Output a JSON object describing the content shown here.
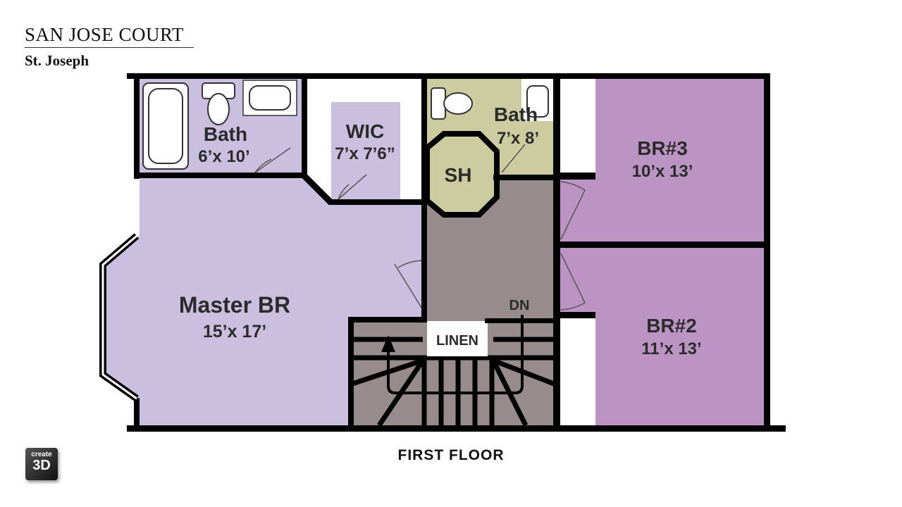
{
  "header": {
    "title": "SAN JOSE COURT",
    "subtitle": "St. Joseph"
  },
  "rooms": {
    "bath1": {
      "name": "Bath",
      "size": "6’x 10’"
    },
    "wic": {
      "name": "WIC",
      "size": "7’x 7’6”"
    },
    "bath2": {
      "name": "Bath",
      "size": "7’x 8’"
    },
    "sh": {
      "name": "SH"
    },
    "br3": {
      "name": "BR#3",
      "size": "10’x 13’"
    },
    "master": {
      "name": "Master BR",
      "size": "15’x 17’"
    },
    "br2": {
      "name": "BR#2",
      "size": "11’x 13’"
    },
    "linen": {
      "name": "LINEN"
    },
    "dn": {
      "name": "DN"
    }
  },
  "caption": "FIRST FLOOR",
  "logo": {
    "line1": "create",
    "line2": "3D"
  },
  "colors": {
    "lavender": "#cbbfe0",
    "olive": "#cdcba0",
    "hall": "#978b8e",
    "purple": "#bb94c4",
    "wall": "#000000"
  }
}
